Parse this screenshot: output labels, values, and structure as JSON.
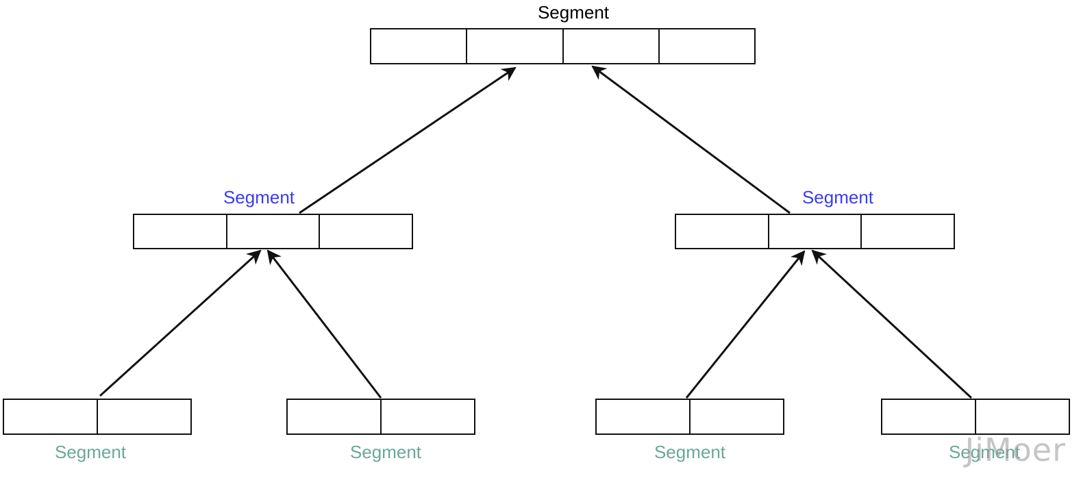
{
  "diagram": {
    "nodes": [
      {
        "id": "root",
        "label": "Segment",
        "cells": 4,
        "label_color": "#000000"
      },
      {
        "id": "left-mid",
        "label": "Segment",
        "cells": 3,
        "label_color": "#3b3bf0"
      },
      {
        "id": "right-mid",
        "label": "Segment",
        "cells": 3,
        "label_color": "#3b3bf0"
      },
      {
        "id": "leaf-1",
        "label": "Segment",
        "cells": 2,
        "label_color": "#6aa89a"
      },
      {
        "id": "leaf-2",
        "label": "Segment",
        "cells": 2,
        "label_color": "#6aa89a"
      },
      {
        "id": "leaf-3",
        "label": "Segment",
        "cells": 2,
        "label_color": "#6aa89a"
      },
      {
        "id": "leaf-4",
        "label": "Segment",
        "cells": 2,
        "label_color": "#6aa89a"
      }
    ],
    "edges": [
      {
        "from": "left-mid",
        "to": "root"
      },
      {
        "from": "right-mid",
        "to": "root"
      },
      {
        "from": "leaf-1",
        "to": "left-mid"
      },
      {
        "from": "leaf-2",
        "to": "left-mid"
      },
      {
        "from": "leaf-3",
        "to": "right-mid"
      },
      {
        "from": "leaf-4",
        "to": "right-mid"
      }
    ]
  },
  "watermark": "JiMoer",
  "colors": {
    "stroke": "#111111",
    "top_label": "#000000",
    "mid_label": "#3b3bf0",
    "leaf_label": "#6aa89a"
  }
}
